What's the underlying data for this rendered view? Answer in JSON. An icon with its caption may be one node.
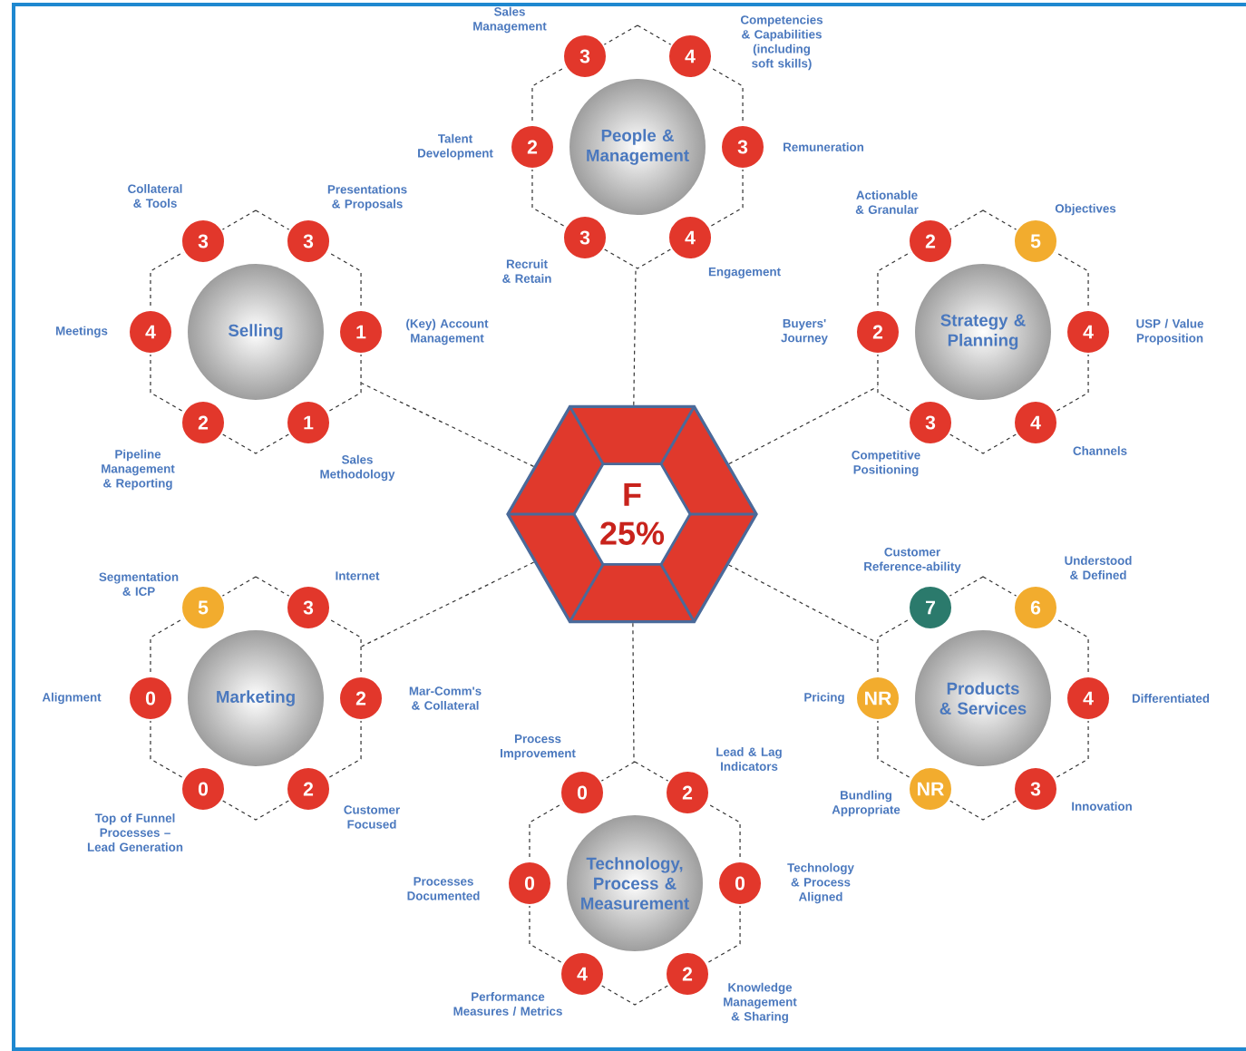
{
  "diagram": {
    "nodes": [
      {
        "text": [],
        "shape": "hexagon"
      },
      {
        "text": [
          "People & Management"
        ],
        "in": 0
      },
      {
        "text": [
          "3"
        ],
        "beside": [
          "Sales Management"
        ],
        "in": 0
      },
      {
        "text": [
          "4"
        ],
        "beside": [
          "Competencies & Capabilities (including soft skills)"
        ],
        "in": 0
      },
      {
        "text": [
          "2"
        ],
        "beside": [
          "Talent Development"
        ],
        "in": 0
      },
      {
        "text": [
          "3"
        ],
        "beside": [
          "Remuneration"
        ],
        "in": 0
      },
      {
        "text": [
          "3"
        ],
        "beside": [
          "Recruit & Retain"
        ],
        "in": 0
      },
      {
        "text": [
          "4"
        ],
        "beside": [
          "Engagement"
        ],
        "in": 0
      },
      {
        "text": [],
        "shape": "hexagon"
      },
      {
        "text": [
          "Selling"
        ],
        "in": 8
      },
      {
        "text": [
          "3"
        ],
        "beside": [
          "Collateral & Tools"
        ],
        "in": 8
      },
      {
        "text": [
          "3"
        ],
        "beside": [
          "Presentations & Proposals"
        ],
        "in": 8
      },
      {
        "text": [
          "4"
        ],
        "beside": [
          "Meetings"
        ],
        "in": 8
      },
      {
        "text": [
          "1"
        ],
        "beside": [
          "(Key) Account Management"
        ],
        "in": 8
      },
      {
        "text": [
          "2"
        ],
        "beside": [
          "Pipeline Management & Reporting"
        ],
        "in": 8
      },
      {
        "text": [
          "1"
        ],
        "beside": [
          "Sales Methodology"
        ],
        "in": 8
      },
      {
        "text": [],
        "shape": "hexagon"
      },
      {
        "text": [
          "Strategy & Planning"
        ],
        "in": 16
      },
      {
        "text": [
          "2"
        ],
        "beside": [
          "Actionable & Granular"
        ],
        "in": 16
      },
      {
        "text": [
          "5"
        ],
        "beside": [
          "Objectives"
        ],
        "in": 16
      },
      {
        "text": [
          "2"
        ],
        "beside": [
          "Buyers' Journey"
        ],
        "in": 16
      },
      {
        "text": [
          "4"
        ],
        "beside": [
          "USP / Value Proposition"
        ],
        "in": 16
      },
      {
        "text": [
          "3"
        ],
        "beside": [
          "Competitive Positioning"
        ],
        "in": 16
      },
      {
        "text": [
          "4"
        ],
        "beside": [
          "Channels"
        ],
        "in": 16
      },
      {
        "text": [
          "F",
          "25%"
        ]
      },
      {
        "text": [],
        "shape": "hexagon"
      },
      {
        "text": [
          "Marketing"
        ],
        "in": 25
      },
      {
        "text": [
          "5"
        ],
        "beside": [
          "Segmentation & ICP"
        ],
        "in": 25
      },
      {
        "text": [
          "3"
        ],
        "beside": [
          "Internet"
        ],
        "in": 25
      },
      {
        "text": [
          "0"
        ],
        "beside": [
          "Alignment"
        ],
        "in": 25
      },
      {
        "text": [
          "2"
        ],
        "beside": [
          "Mar-Comm's & Collateral"
        ],
        "in": 25
      },
      {
        "text": [
          "0"
        ],
        "beside": [
          "Top of Funnel Processes – Lead Generation"
        ],
        "in": 25
      },
      {
        "text": [
          "2"
        ],
        "beside": [
          "Customer Focused"
        ],
        "in": 25
      },
      {
        "text": [],
        "shape": "hexagon"
      },
      {
        "text": [
          "Products & Services"
        ],
        "in": 33
      },
      {
        "text": [
          "7"
        ],
        "beside": [
          "Customer Reference-ability"
        ],
        "in": 33
      },
      {
        "text": [
          "6"
        ],
        "beside": [
          "Understood & Defined"
        ],
        "in": 33
      },
      {
        "text": [
          "NR"
        ],
        "beside": [
          "Pricing"
        ],
        "in": 33
      },
      {
        "text": [
          "4"
        ],
        "beside": [
          "Differentiated"
        ],
        "in": 33
      },
      {
        "text": [
          "NR"
        ],
        "beside": [
          "Bundling Appropriate"
        ],
        "in": 33
      },
      {
        "text": [
          "3"
        ],
        "beside": [
          "Innovation"
        ],
        "in": 33
      },
      {
        "text": [],
        "shape": "hexagon"
      },
      {
        "text": [
          "Technology, Process & Measurement"
        ],
        "in": 41
      },
      {
        "text": [
          "0"
        ],
        "beside": [
          "Process Improvement"
        ],
        "in": 41
      },
      {
        "text": [
          "2"
        ],
        "beside": [
          "Lead & Lag Indicators"
        ],
        "in": 41
      },
      {
        "text": [
          "0"
        ],
        "beside": [
          "Processes Documented"
        ],
        "in": 41
      },
      {
        "text": [
          "0"
        ],
        "beside": [
          "Technology & Process Aligned"
        ],
        "in": 41
      },
      {
        "text": [
          "4"
        ],
        "beside": [
          "Performance Measures / Metrics"
        ],
        "in": 41
      },
      {
        "text": [
          "2"
        ],
        "beside": [
          "Knowledge Management & Sharing"
        ],
        "in": 41
      }
    ],
    "edges": [
      {
        "from": 24,
        "to": 0,
        "arrow": "none"
      },
      {
        "from": 24,
        "to": 8,
        "arrow": "none"
      },
      {
        "from": 24,
        "to": 16,
        "arrow": "none"
      },
      {
        "from": 24,
        "to": 25,
        "arrow": "none"
      },
      {
        "from": 24,
        "to": 33,
        "arrow": "none"
      },
      {
        "from": 24,
        "to": 41,
        "arrow": "none"
      }
    ]
  }
}
